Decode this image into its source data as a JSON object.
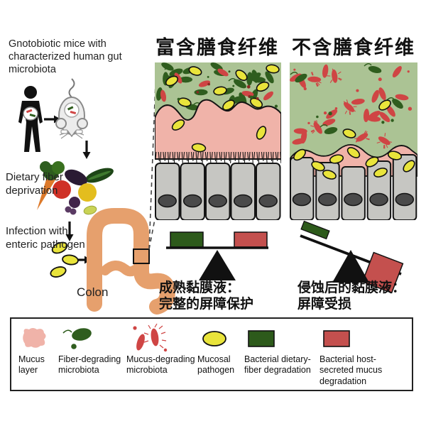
{
  "left_flow": {
    "step1": "Gnotobiotic mice with characterized human gut microbiota",
    "step2": "Dietary fiber deprivation",
    "step3": "Infection with enteric pathogen",
    "colon_label": "Colon"
  },
  "panels": {
    "fiber_rich": {
      "title": "富含膳食纤维",
      "caption_line1": "成熟黏膜液：",
      "caption_line2": "完整的屏障保护"
    },
    "fiber_free": {
      "title": "不含膳食纤维",
      "caption_line1": "侵蚀后的黏膜液：",
      "caption_line2": "屏障受损"
    }
  },
  "legend": {
    "items": [
      {
        "icon": "mucus-layer-icon",
        "label": "Mucus layer"
      },
      {
        "icon": "fiber-degrading-microbiota-icon",
        "label": "Fiber-degrading microbiota"
      },
      {
        "icon": "mucus-degrading-microbiota-icon",
        "label": "Mucus-degrading microbiota"
      },
      {
        "icon": "mucosal-pathogen-icon",
        "label": "Mucosal pathogen"
      },
      {
        "icon": "bacterial-dietary-fiber-degradation-icon",
        "label": "Bacterial dietary-fiber degradation"
      },
      {
        "icon": "bacterial-host-secreted-mucus-degradation-icon",
        "label": "Bacterial host-secreted mucus degradation"
      }
    ]
  },
  "colors": {
    "panel_bg_green": "#abc394",
    "microbe_green": "#2f5d1e",
    "microbe_red": "#cf4544",
    "pathogen_yellow": "#e9e43b",
    "mucus_pink": "#f0b3a9",
    "cell_grey": "#c6c6c2",
    "nucleus_grey": "#4a4a4a",
    "colon_orange": "#e6a06d",
    "balance_green": "#2d5a1b",
    "balance_red": "#c4504e"
  }
}
